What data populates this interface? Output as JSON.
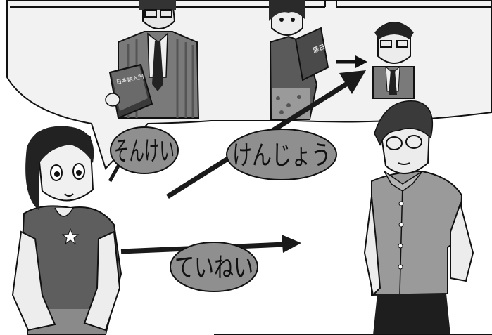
{
  "labels": {
    "sonkei": "そんけい",
    "kenjou": "けんじょう",
    "teinei": "ていねい"
  },
  "book_text": {
    "left_book": "日本語入門",
    "center_book": "悪日"
  },
  "colors": {
    "oval_fill": "#8f8f8f",
    "bubble_fill": "#f2f2f2",
    "ink": "#111111",
    "shirt_gray": "#9a9a9a",
    "suit_gray": "#7a7a7a"
  }
}
